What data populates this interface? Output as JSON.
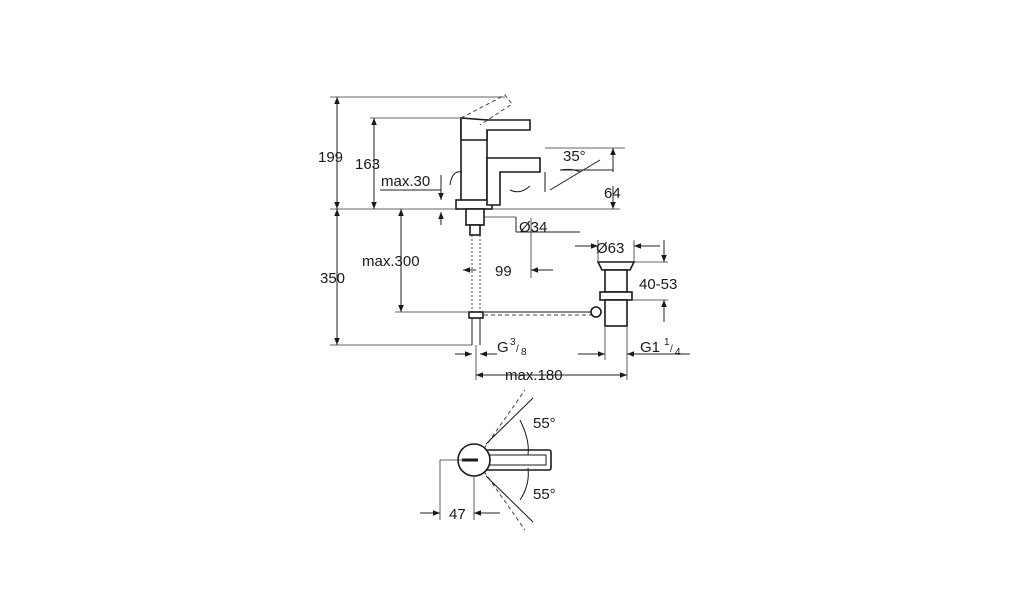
{
  "dimensions": {
    "overall_height": "199",
    "spout_height": "163",
    "max_30": "max.30",
    "angle_spout": "35°",
    "projection_64": "64",
    "diameter_34": "Ø34",
    "max_300": "max.300",
    "height_350": "350",
    "offset_99": "99",
    "diameter_63": "Ø63",
    "range_40_53": "40-53",
    "thread_g38_main": "G",
    "thread_g38_num": "3",
    "thread_g38_den": "8",
    "thread_g114_main": "G1",
    "thread_g114_num": "1",
    "thread_g114_den": "4",
    "max_180": "max.180",
    "angle_top": "55°",
    "angle_bottom": "55°",
    "width_47": "47"
  }
}
